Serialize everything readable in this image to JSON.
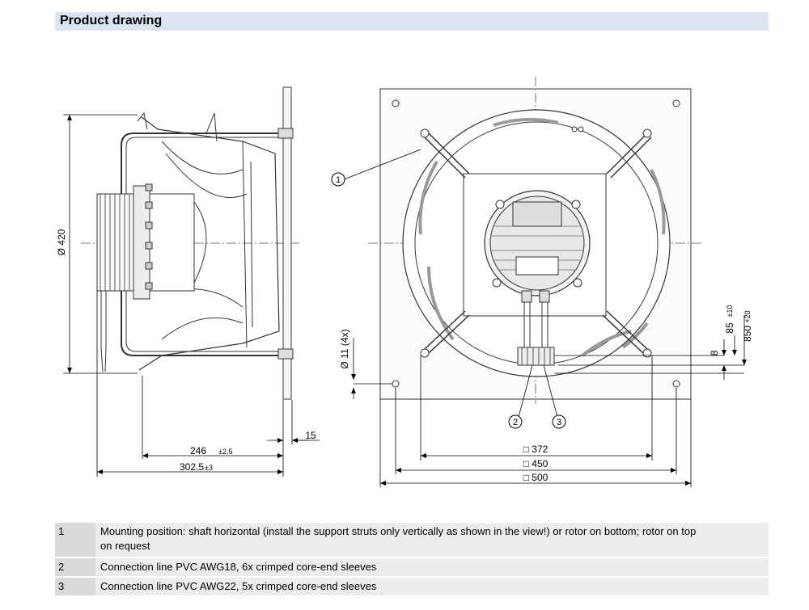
{
  "header": {
    "title": "Product drawing"
  },
  "drawing": {
    "side_view": {
      "diameter_label": "Ø 420",
      "depth_label": "246",
      "depth_tolerance": "±2.5",
      "overall_label": "302.5",
      "overall_tolerance": "±3",
      "flange_label": "15"
    },
    "front_view": {
      "hole_label": "Ø 11 (4x)",
      "square_372": "□ 372",
      "square_450": "□ 450",
      "square_500": "□ 500",
      "dim_85": "85",
      "dim_85_tol": "±10",
      "dim_850": "850",
      "dim_850_tol": "+20",
      "dim_8": "8",
      "callout_1": "1",
      "callout_2": "2",
      "callout_3": "3"
    }
  },
  "legend": [
    {
      "number": "1",
      "line1": "Mounting position: shaft horizontal (install the support struts only vertically as shown in the view!) or rotor on bottom; rotor on top",
      "line2": "on request"
    },
    {
      "number": "2",
      "line1": "Connection line PVC AWG18, 6x crimped core-end sleeves"
    },
    {
      "number": "3",
      "line1": "Connection line PVC AWG22, 5x crimped core-end sleeves"
    }
  ]
}
